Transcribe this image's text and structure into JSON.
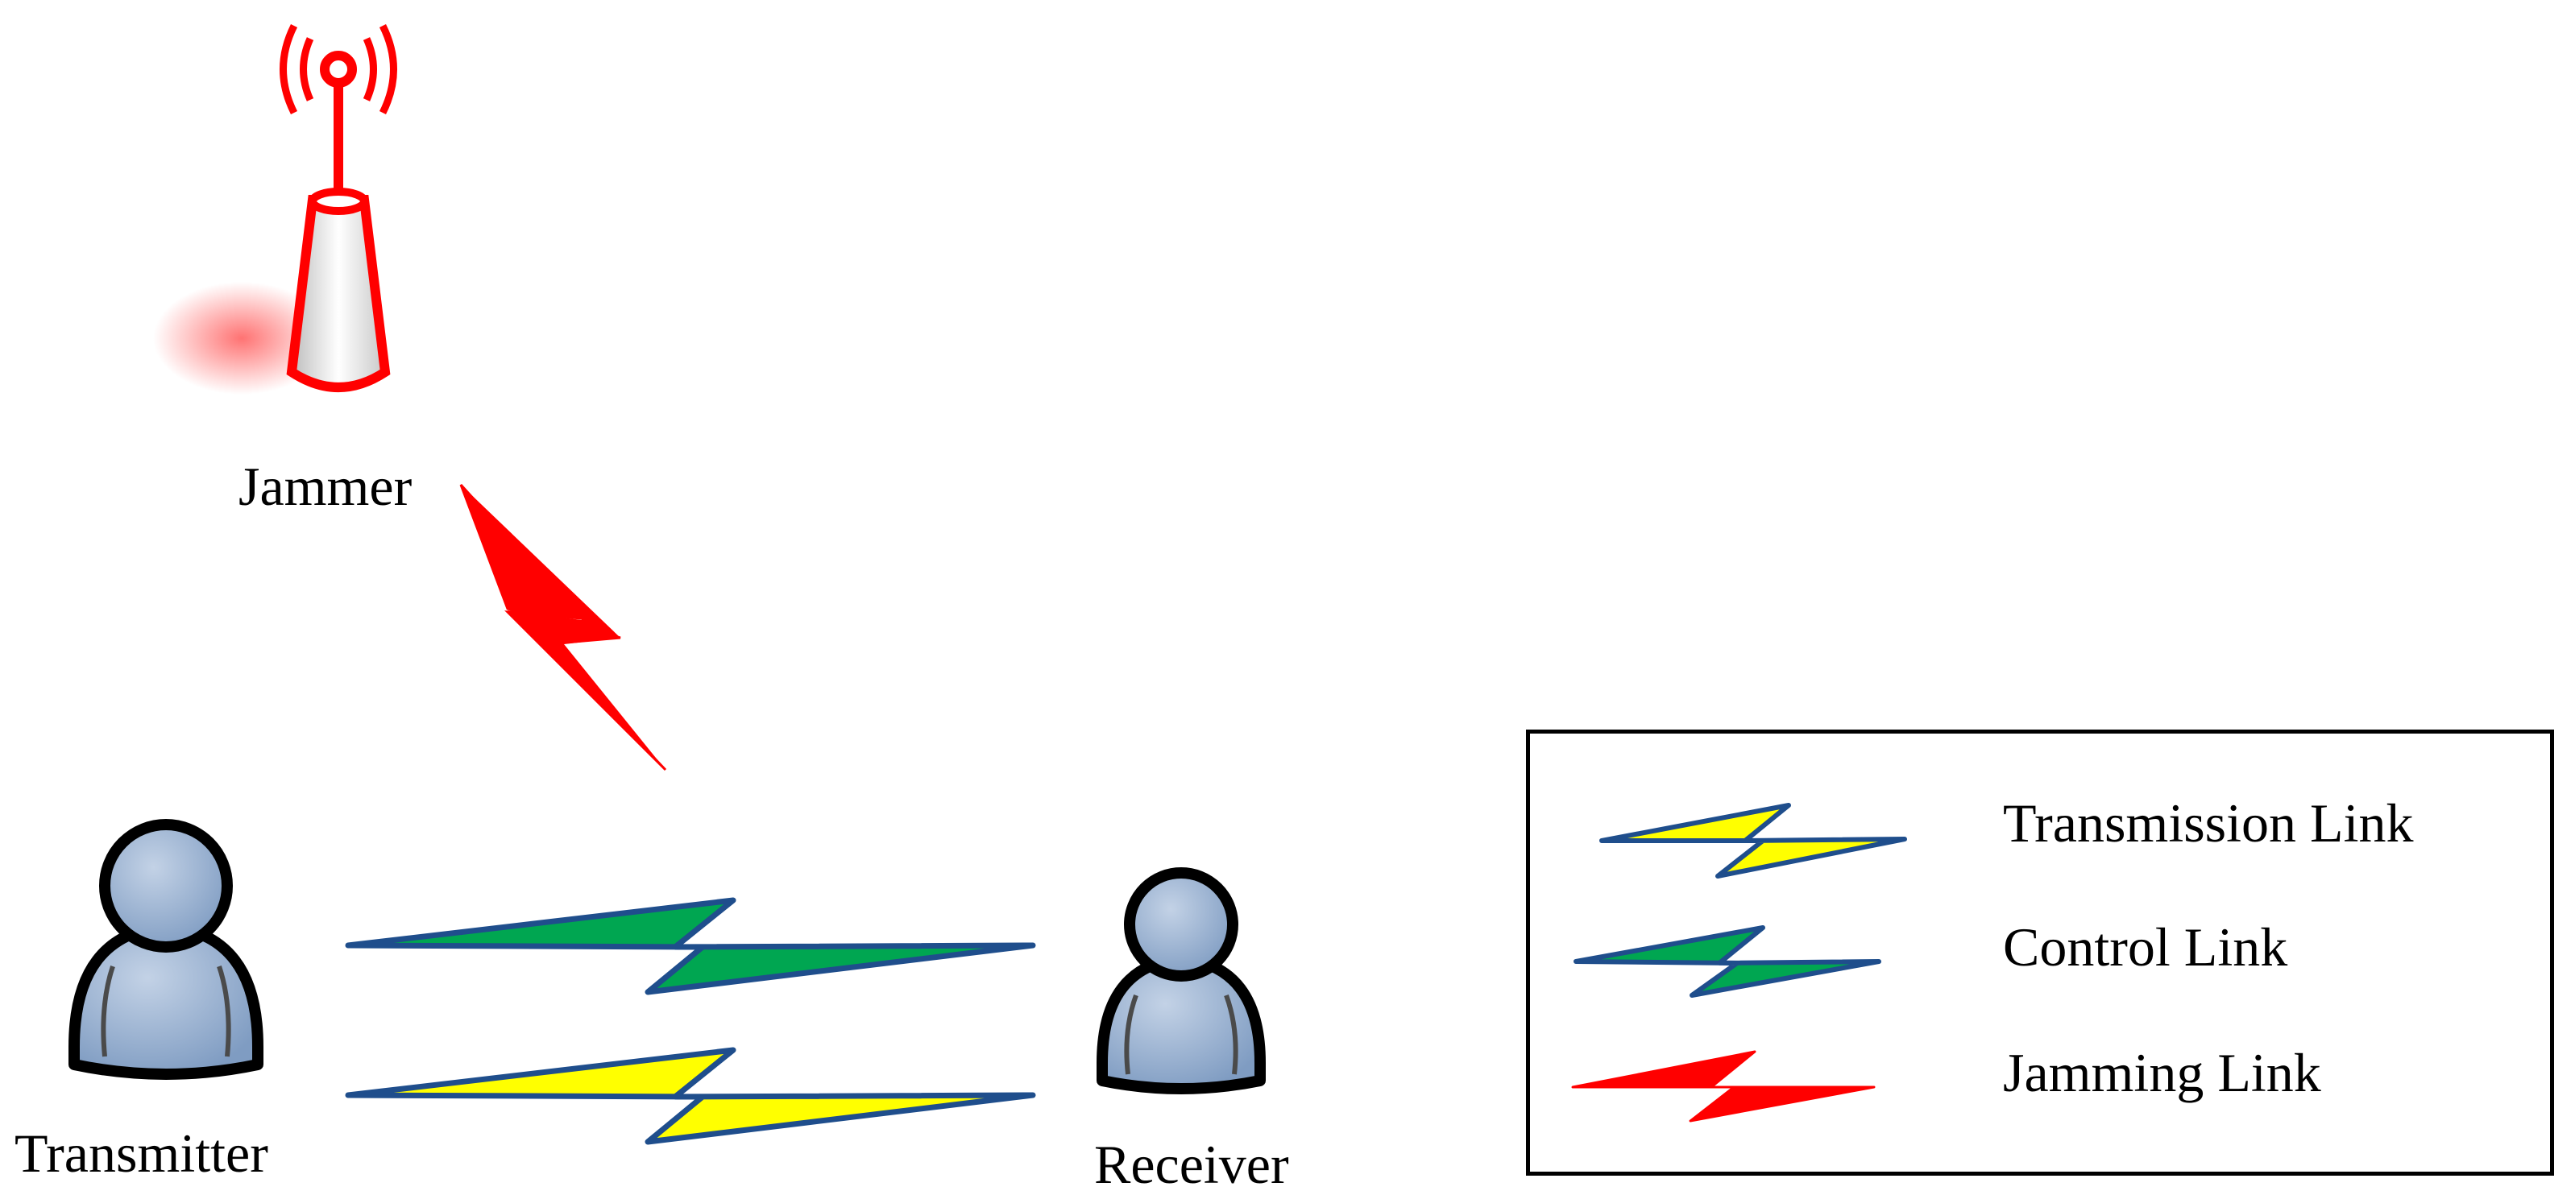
{
  "nodes": {
    "jammer": {
      "label": "Jammer"
    },
    "transmitter": {
      "label": "Transmitter"
    },
    "receiver": {
      "label": "Receiver"
    }
  },
  "legend": {
    "items": [
      {
        "label": "Transmission Link",
        "color": "#ffff00"
      },
      {
        "label": "Control Link",
        "color": "#00a651"
      },
      {
        "label": "Jamming Link",
        "color": "#ff0000"
      }
    ]
  },
  "colors": {
    "outline": "#1f4e8c",
    "jammer": "#ff0000",
    "person_fill": "#8ea8c8"
  }
}
